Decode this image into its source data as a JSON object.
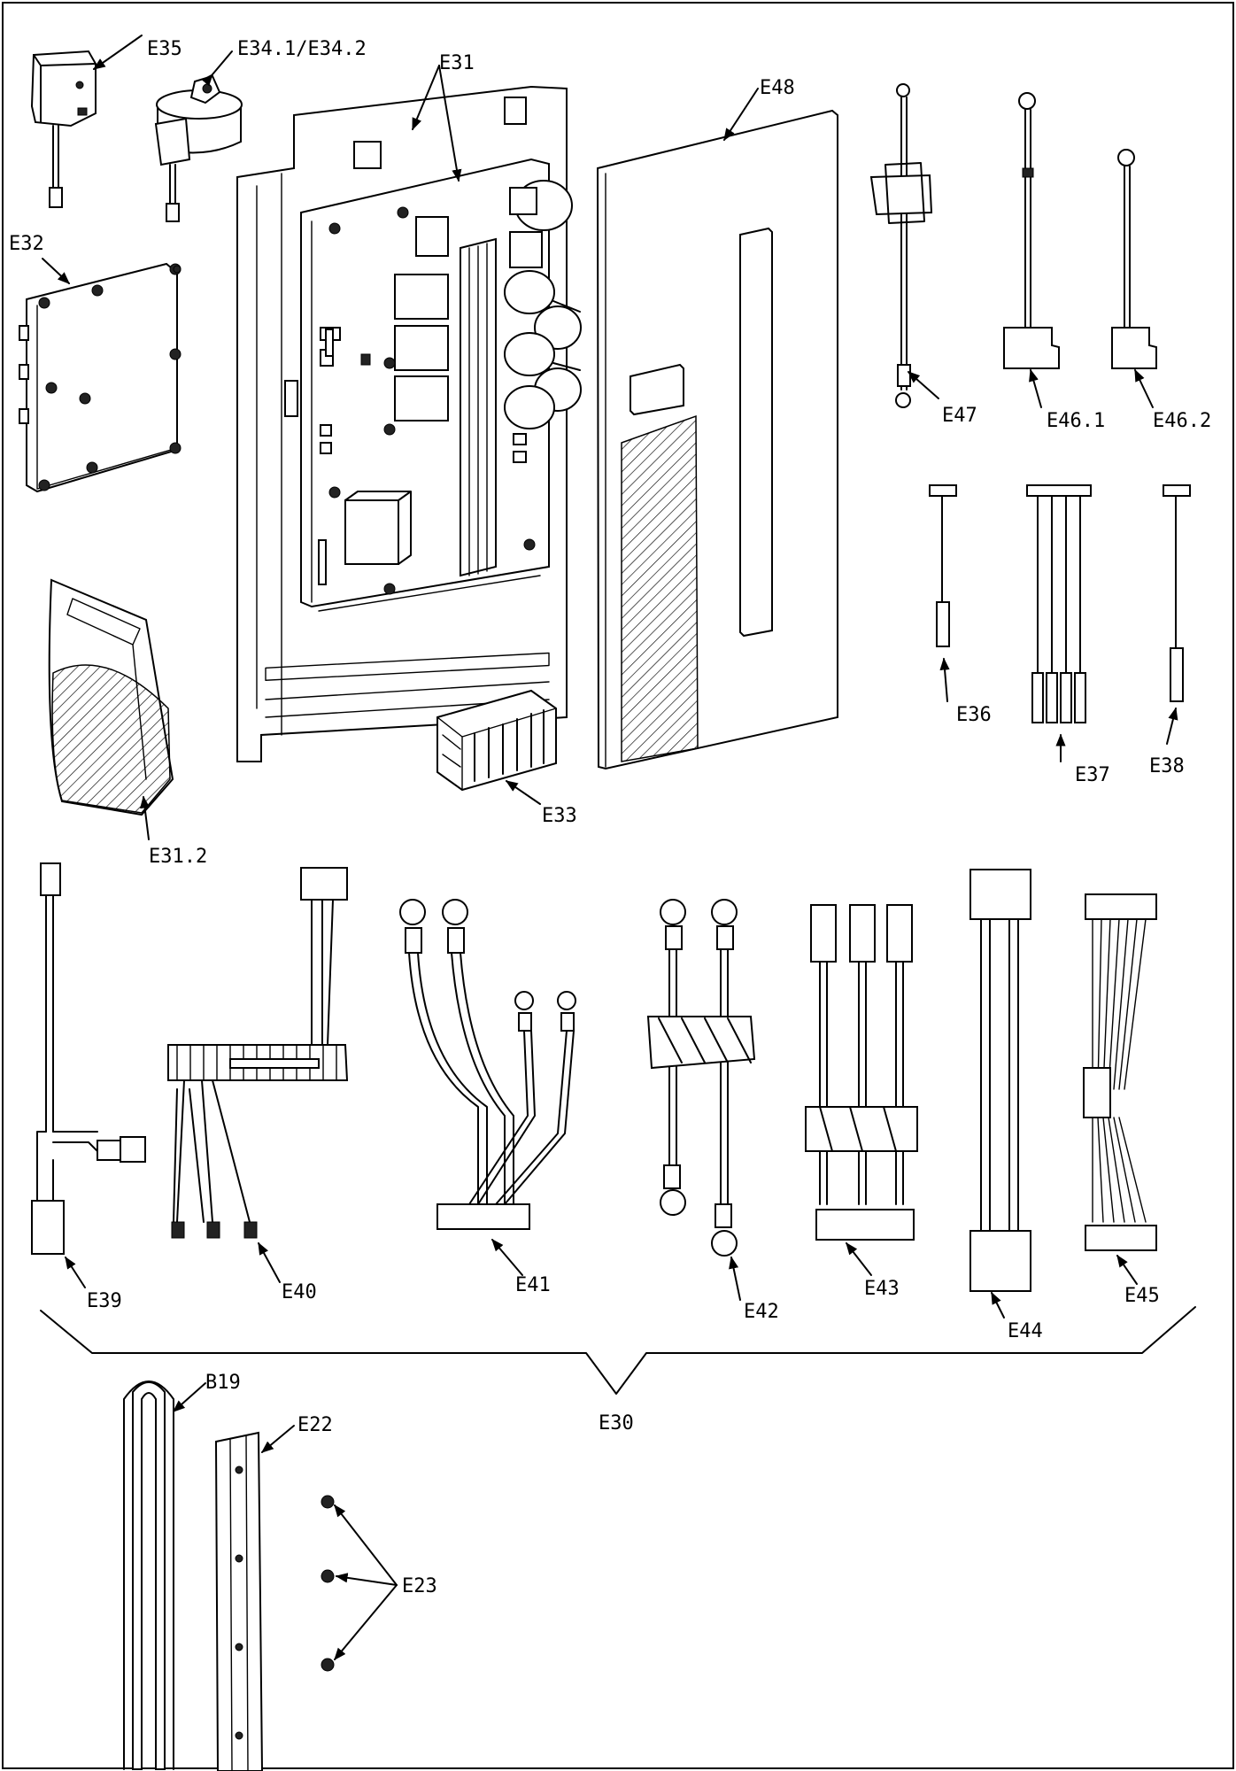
{
  "labels": {
    "e35": "E35",
    "e34": "E34.1/E34.2",
    "e31": "E31",
    "e48": "E48",
    "e32": "E32",
    "e47": "E47",
    "e46_1": "E46.1",
    "e46_2": "E46.2",
    "e36": "E36",
    "e37": "E37",
    "e38": "E38",
    "e33": "E33",
    "e31_2": "E31.2",
    "e39": "E39",
    "e40": "E40",
    "e41": "E41",
    "e42": "E42",
    "e43": "E43",
    "e44": "E44",
    "e45": "E45",
    "e30": "E30",
    "b19": "B19",
    "e22": "E22",
    "e23": "E23"
  }
}
